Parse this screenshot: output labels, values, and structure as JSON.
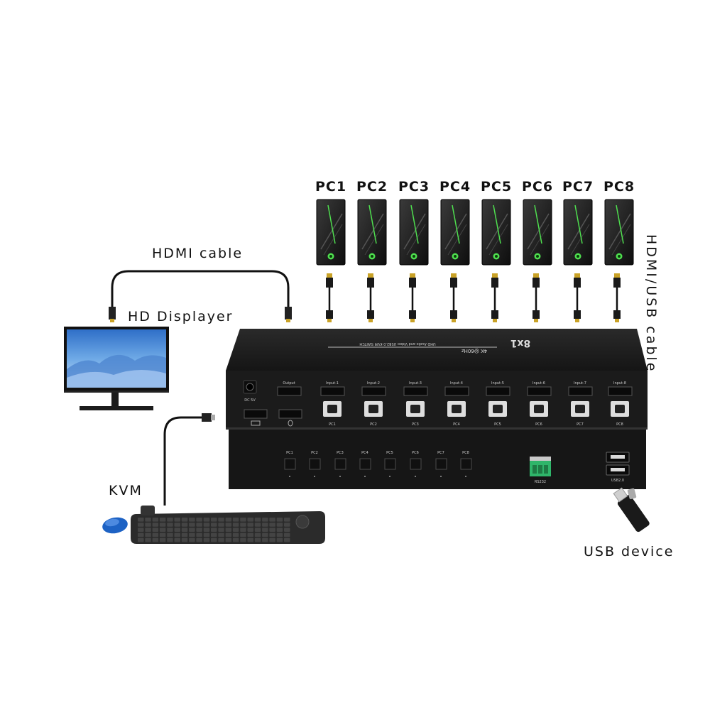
{
  "labels": {
    "hdmi_cable": "HDMI cable",
    "hd_displayer": "HD Displayer",
    "kvm": "KVM",
    "usb_device": "USB device",
    "hdmi_usb_cable": "HDMI/USB cable"
  },
  "pcs": [
    "PC1",
    "PC2",
    "PC3",
    "PC4",
    "PC5",
    "PC6",
    "PC7",
    "PC8"
  ],
  "device": {
    "model": "8x1",
    "spec": "4K @60Hz",
    "subtitle": "UHD Audio and Video USB2.0 KVM SWITCH",
    "dc_label": "DC 5V",
    "output_label": "Output",
    "inputs": [
      "Input-1",
      "Input-2",
      "Input-3",
      "Input-4",
      "Input-5",
      "Input-6",
      "Input-7",
      "Input-8"
    ],
    "usb_b_labels": [
      "PC1",
      "PC2",
      "PC3",
      "PC4",
      "PC5",
      "PC6",
      "PC7",
      "PC8"
    ],
    "buttons": [
      "PC1",
      "PC2",
      "PC3",
      "PC4",
      "PC5",
      "PC6",
      "PC7",
      "PC8"
    ],
    "rs232_label": "RS232",
    "usb_label": "USB2.0"
  },
  "colors": {
    "device_body": "#1a1a1a",
    "pc_accent": "#4fe04f",
    "screen_blue": "#3a7fd0",
    "terminal_green": "#2fb56a"
  }
}
